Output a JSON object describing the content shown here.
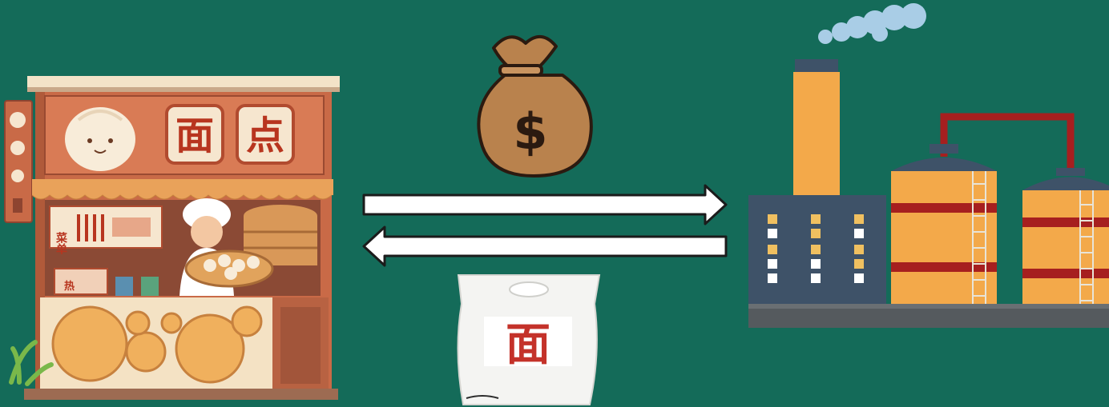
{
  "scene": {
    "background_color": "#146b59",
    "shop": {
      "sign_left_char": "面",
      "sign_right_char": "点",
      "menu_chars": "菜单",
      "counter_tag": "热"
    },
    "money_bag": {
      "symbol": "$"
    },
    "flour_bag": {
      "char": "面"
    },
    "arrows": [
      {
        "name": "payment-arrow",
        "direction": "right"
      },
      {
        "name": "goods-arrow",
        "direction": "left"
      }
    ],
    "icons": [
      "bun-shop-icon",
      "money-bag-icon",
      "flour-bag-icon",
      "factory-icon",
      "smoke-icon"
    ],
    "colors": {
      "shop_wall": "#c96a47",
      "awning": "#e9a25a",
      "bag_brown": "#b9824d",
      "factory_orange": "#f3a94a",
      "factory_stripe": "#a61f1f",
      "factory_panel": "#3e5268",
      "smoke": "#a9cde6",
      "arrow_fill": "#ffffff"
    }
  }
}
